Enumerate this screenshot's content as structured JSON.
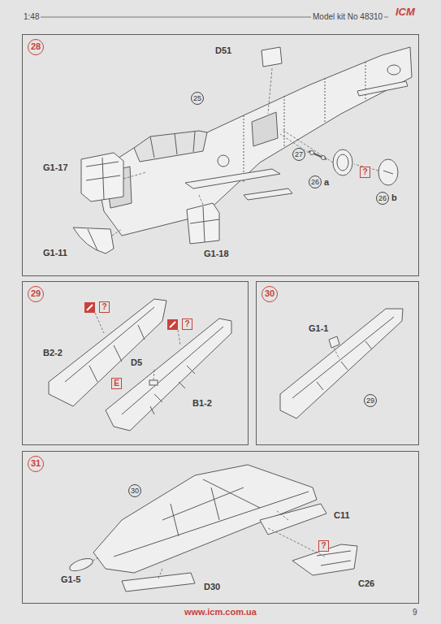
{
  "diagram": {
    "nodes": [
      {
        "text": [
          "28"
        ]
      },
      {
        "text": [
          "29"
        ]
      },
      {
        "text": [
          "30"
        ]
      },
      {
        "text": [
          "31"
        ]
      }
    ],
    "labels": [
      "1:48",
      "Model kit No 48310",
      "ICM",
      "D51",
      "25",
      "27",
      "26",
      "a",
      "?",
      "26",
      "b",
      "G1-17",
      "G1-11",
      "G1-18",
      "?",
      "?",
      "B2-2",
      "D5",
      "E",
      "B1-2",
      "G1-1",
      "29",
      "30",
      "C11",
      "?",
      "C26",
      "G1-5",
      "D30",
      "www.icm.com.ua",
      "9"
    ]
  }
}
